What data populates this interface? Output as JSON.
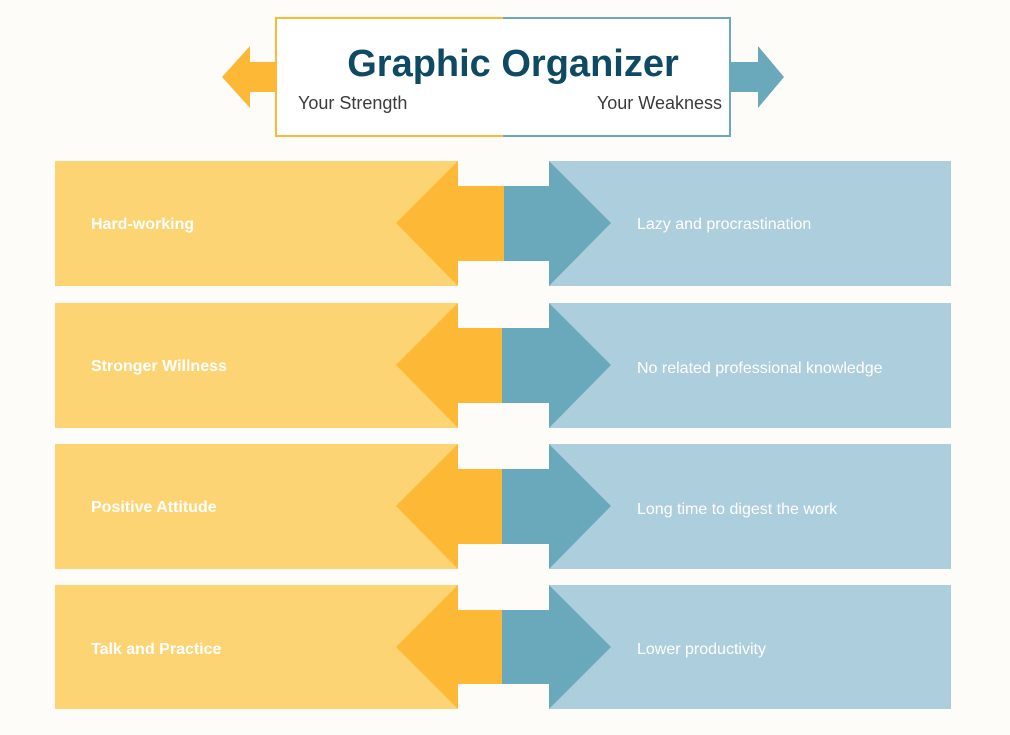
{
  "header": {
    "title": "Graphic Organizer",
    "left_label": "Your Strength",
    "right_label": "Your Weakness"
  },
  "rows": [
    {
      "strength": "Hard-working",
      "weakness": "Lazy and procrastination"
    },
    {
      "strength": "Stronger Willness",
      "weakness": "No related professional knowledge"
    },
    {
      "strength": "Positive Attitude",
      "weakness": "Long time to digest the work"
    },
    {
      "strength": "Talk and Practice",
      "weakness": "Lower productivity"
    }
  ],
  "colors": {
    "strength_light": "#fdd474",
    "strength_dark": "#fdb935",
    "weakness_light": "#adcedd",
    "weakness_dark": "#69a9bb",
    "title": "#0e4a63",
    "subtitle": "#3b3b3b",
    "row_text": "#ffffff",
    "background": "#fdfcf8"
  }
}
